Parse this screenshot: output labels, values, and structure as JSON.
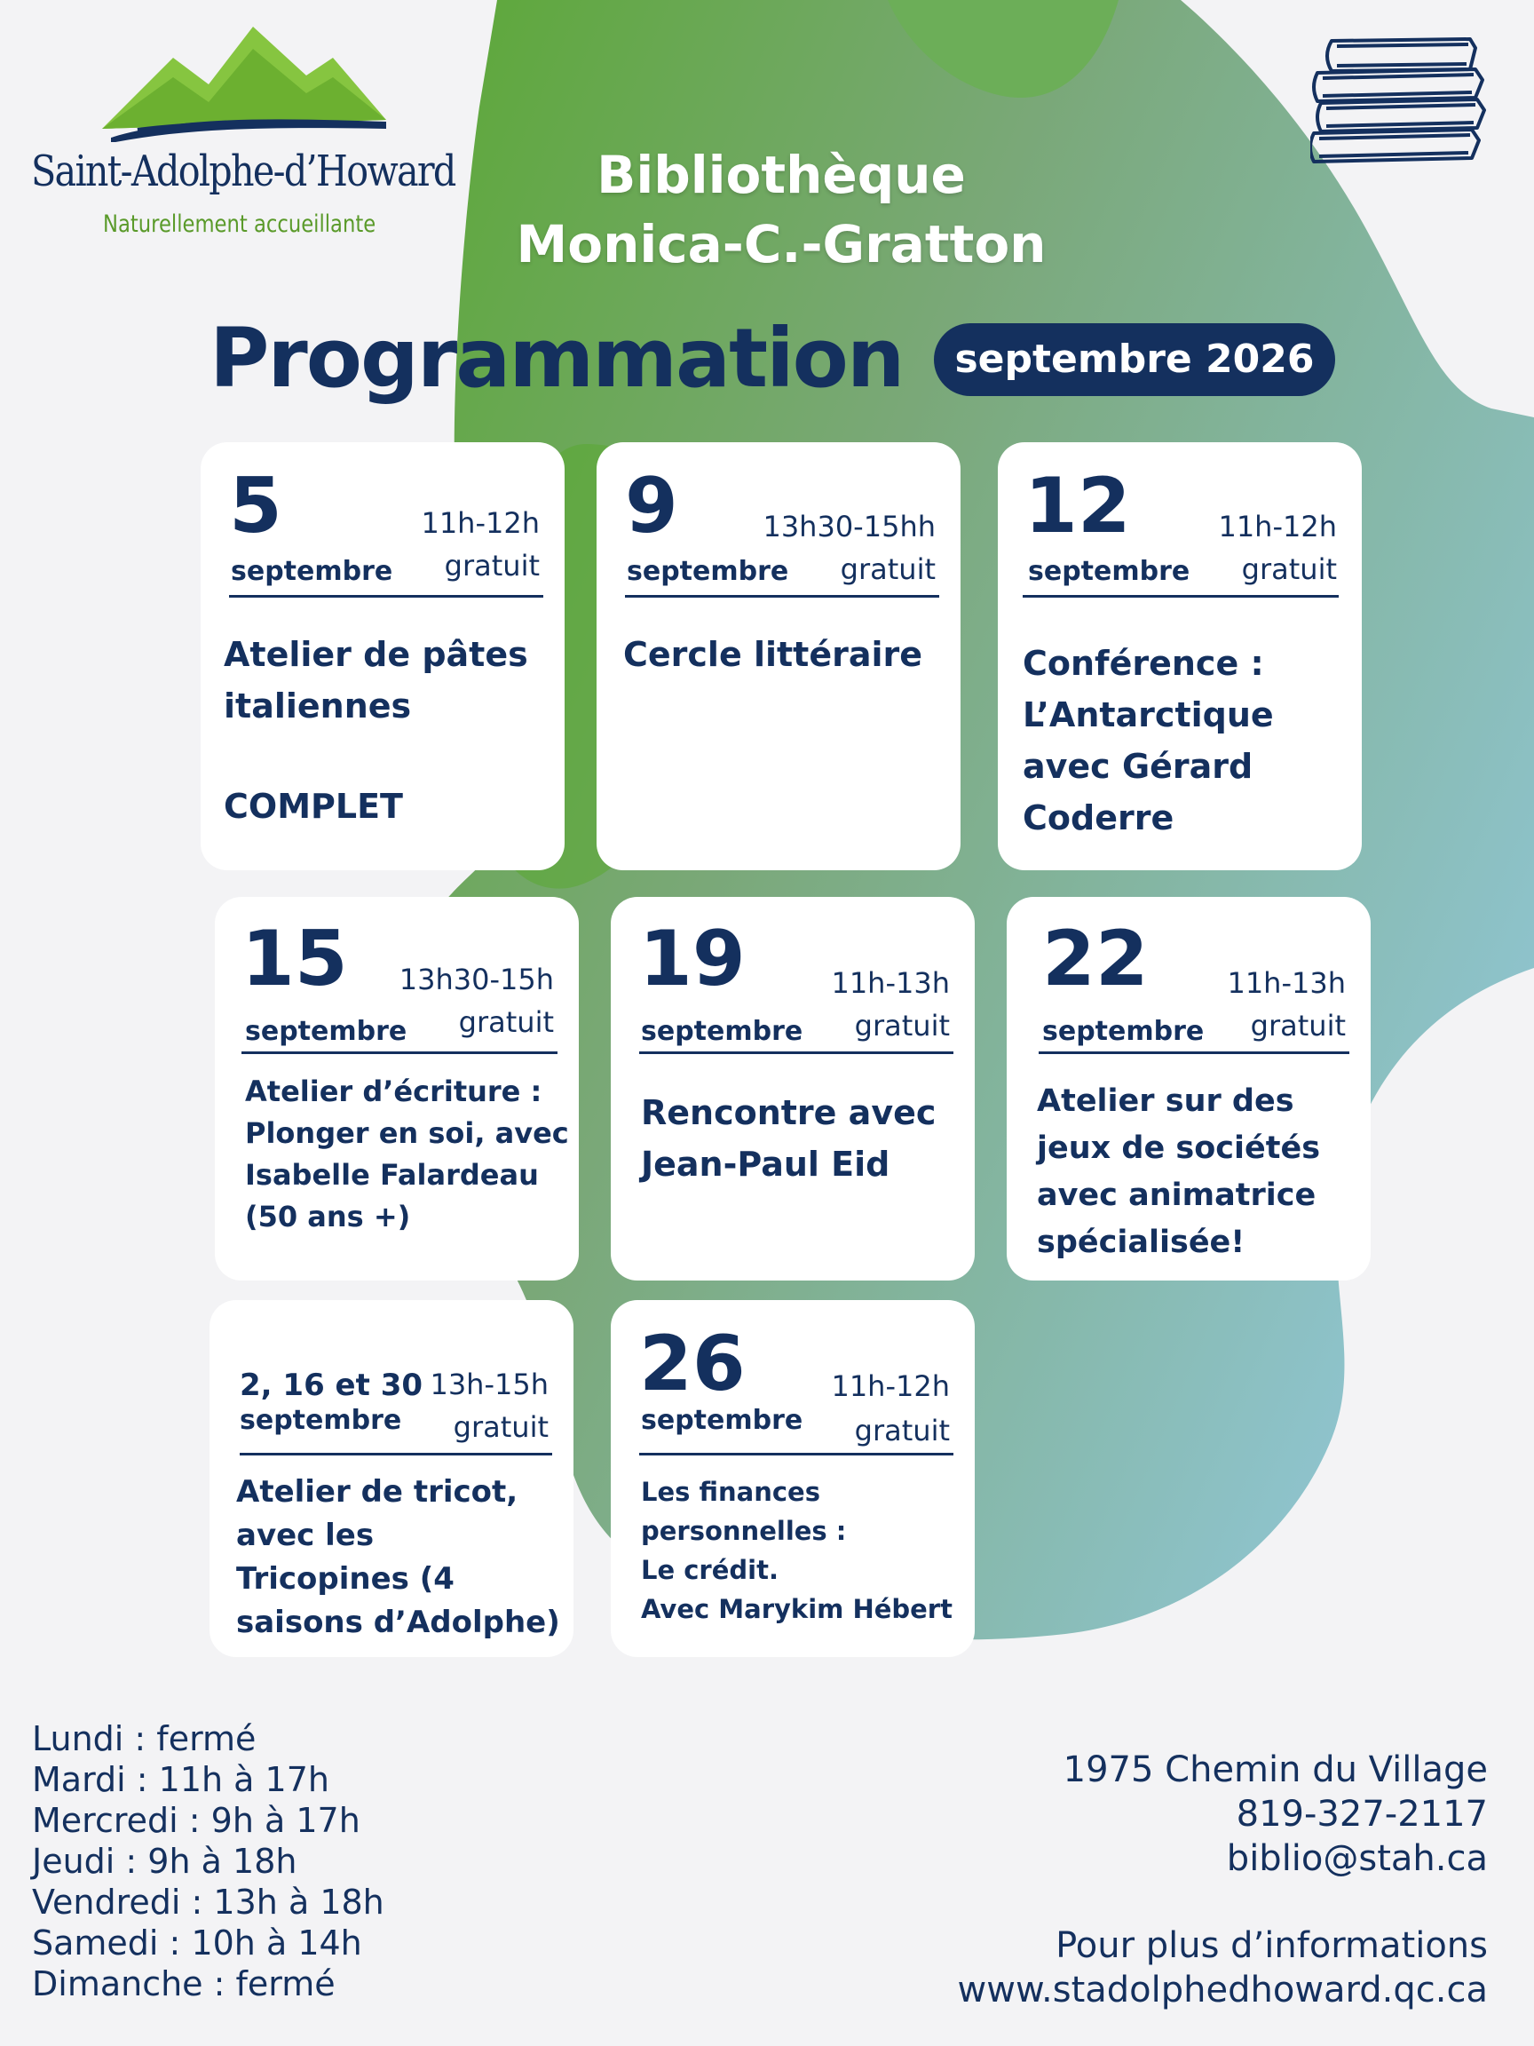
{
  "logo": {
    "name": "Saint-Adolphe-d’Howard",
    "tagline": "Naturellement accueillante"
  },
  "library": {
    "line1": "Bibliothèque",
    "line2": "Monica-C.-Gratton"
  },
  "program": {
    "title": "Programmation",
    "month": "septembre 2026"
  },
  "events": [
    {
      "day": "5",
      "month": "septembre",
      "time": "11h-12h",
      "price": "gratuit",
      "title": [
        "Atelier de pâtes",
        "italiennes"
      ],
      "status": "COMPLET"
    },
    {
      "day": "9",
      "month": "septembre",
      "time": "13h30-15hh",
      "price": "gratuit",
      "title": [
        "Cercle littéraire"
      ]
    },
    {
      "day": "12",
      "month": "septembre",
      "time": "11h-12h",
      "price": "gratuit",
      "title": [
        "Conférence :",
        "L’Antarctique",
        "avec Gérard",
        "Coderre"
      ]
    },
    {
      "day": "15",
      "month": "septembre",
      "time": "13h30-15h",
      "price": "gratuit",
      "title": [
        "Atelier d’écriture :",
        "Plonger en soi, avec",
        "Isabelle Falardeau",
        "(50 ans +)"
      ]
    },
    {
      "day": "19",
      "month": "septembre",
      "time": "11h-13h",
      "price": "gratuit",
      "title": [
        "Rencontre avec",
        "Jean-Paul Eid"
      ]
    },
    {
      "day": "22",
      "month": "septembre",
      "time": "11h-13h",
      "price": "gratuit",
      "title": [
        "Atelier sur des",
        "jeux de sociétés",
        "avec animatrice",
        "spécialisée!"
      ]
    },
    {
      "day": "2, 16 et 30",
      "month": "septembre",
      "time": "13h-15h",
      "price": "gratuit",
      "title": [
        "Atelier de tricot,",
        "avec les",
        "Tricopines (4",
        "saisons d’Adolphe)"
      ]
    },
    {
      "day": "26",
      "month": "septembre",
      "time": "11h-12h",
      "price": "gratuit",
      "title": [
        "Les finances",
        "personnelles :",
        "Le crédit.",
        "Avec Marykim Hébert"
      ]
    }
  ],
  "hours": [
    "Lundi : fermé",
    "Mardi : 11h à 17h",
    "Mercredi : 9h à 17h",
    "Jeudi : 9h à 18h",
    "Vendredi : 13h à 18h",
    "Samedi : 10h à 14h",
    "Dimanche : fermé"
  ],
  "contact": {
    "address": "1975 Chemin du Village",
    "phone": "819-327-2117",
    "email": "biblio@stah.ca",
    "more_label": "Pour plus d’informations",
    "website": "www.stadolphedhoward.qc.ca"
  },
  "colors": {
    "navy": "#14305e",
    "green": "#5aa832",
    "teal": "#86b9c4",
    "background": "#f3f3f5"
  }
}
